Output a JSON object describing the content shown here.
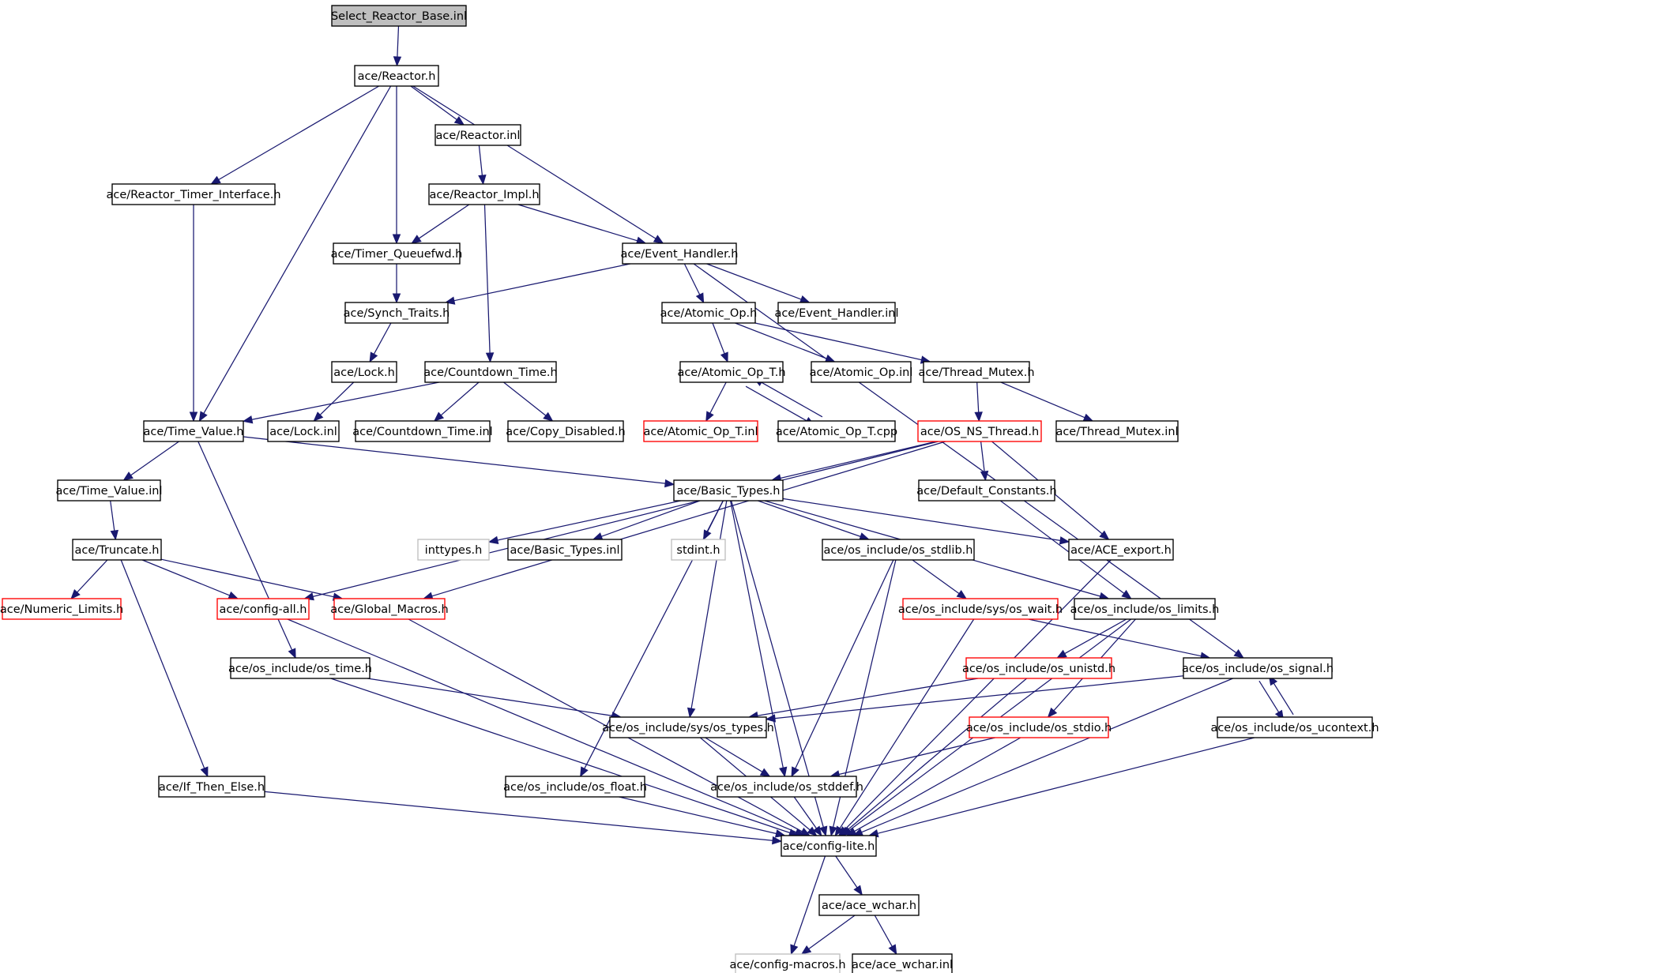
{
  "graph": {
    "nodes": [
      {
        "id": "select_reactor_base_inl",
        "label": "Select_Reactor_Base.inl",
        "style": "root"
      },
      {
        "id": "reactor_h",
        "label": "ace/Reactor.h",
        "style": "normal"
      },
      {
        "id": "reactor_inl",
        "label": "ace/Reactor.inl",
        "style": "normal"
      },
      {
        "id": "reactor_timer_interface_h",
        "label": "ace/Reactor_Timer_Interface.h",
        "style": "normal"
      },
      {
        "id": "reactor_impl_h",
        "label": "ace/Reactor_Impl.h",
        "style": "normal"
      },
      {
        "id": "timer_queuefwd_h",
        "label": "ace/Timer_Queuefwd.h",
        "style": "normal"
      },
      {
        "id": "event_handler_h",
        "label": "ace/Event_Handler.h",
        "style": "normal"
      },
      {
        "id": "synch_traits_h",
        "label": "ace/Synch_Traits.h",
        "style": "normal"
      },
      {
        "id": "atomic_op_h",
        "label": "ace/Atomic_Op.h",
        "style": "normal"
      },
      {
        "id": "event_handler_inl",
        "label": "ace/Event_Handler.inl",
        "style": "normal"
      },
      {
        "id": "lock_h",
        "label": "ace/Lock.h",
        "style": "normal"
      },
      {
        "id": "countdown_time_h",
        "label": "ace/Countdown_Time.h",
        "style": "normal"
      },
      {
        "id": "atomic_op_t_h",
        "label": "ace/Atomic_Op_T.h",
        "style": "normal"
      },
      {
        "id": "atomic_op_inl",
        "label": "ace/Atomic_Op.inl",
        "style": "normal"
      },
      {
        "id": "thread_mutex_h",
        "label": "ace/Thread_Mutex.h",
        "style": "normal"
      },
      {
        "id": "time_value_h",
        "label": "ace/Time_Value.h",
        "style": "normal"
      },
      {
        "id": "lock_inl",
        "label": "ace/Lock.inl",
        "style": "normal"
      },
      {
        "id": "countdown_time_inl",
        "label": "ace/Countdown_Time.inl",
        "style": "normal"
      },
      {
        "id": "copy_disabled_h",
        "label": "ace/Copy_Disabled.h",
        "style": "normal"
      },
      {
        "id": "atomic_op_t_inl",
        "label": "ace/Atomic_Op_T.inl",
        "style": "red"
      },
      {
        "id": "atomic_op_t_cpp",
        "label": "ace/Atomic_Op_T.cpp",
        "style": "normal"
      },
      {
        "id": "os_ns_thread_h",
        "label": "ace/OS_NS_Thread.h",
        "style": "red"
      },
      {
        "id": "thread_mutex_inl",
        "label": "ace/Thread_Mutex.inl",
        "style": "normal"
      },
      {
        "id": "time_value_inl",
        "label": "ace/Time_Value.inl",
        "style": "normal"
      },
      {
        "id": "basic_types_h",
        "label": "ace/Basic_Types.h",
        "style": "normal"
      },
      {
        "id": "default_constants_h",
        "label": "ace/Default_Constants.h",
        "style": "normal"
      },
      {
        "id": "truncate_h",
        "label": "ace/Truncate.h",
        "style": "normal"
      },
      {
        "id": "inttypes_h",
        "label": "inttypes.h",
        "style": "gray"
      },
      {
        "id": "basic_types_inl",
        "label": "ace/Basic_Types.inl",
        "style": "normal"
      },
      {
        "id": "stdint_h",
        "label": "stdint.h",
        "style": "gray"
      },
      {
        "id": "os_stdlib_h",
        "label": "ace/os_include/os_stdlib.h",
        "style": "normal"
      },
      {
        "id": "ace_export_h",
        "label": "ace/ACE_export.h",
        "style": "normal"
      },
      {
        "id": "numeric_limits_h",
        "label": "ace/Numeric_Limits.h",
        "style": "red"
      },
      {
        "id": "config_all_h",
        "label": "ace/config-all.h",
        "style": "red"
      },
      {
        "id": "global_macros_h",
        "label": "ace/Global_Macros.h",
        "style": "red"
      },
      {
        "id": "os_wait_h",
        "label": "ace/os_include/sys/os_wait.h",
        "style": "red"
      },
      {
        "id": "os_limits_h",
        "label": "ace/os_include/os_limits.h",
        "style": "normal"
      },
      {
        "id": "os_time_h",
        "label": "ace/os_include/os_time.h",
        "style": "normal"
      },
      {
        "id": "os_unistd_h",
        "label": "ace/os_include/os_unistd.h",
        "style": "red"
      },
      {
        "id": "os_signal_h",
        "label": "ace/os_include/os_signal.h",
        "style": "normal"
      },
      {
        "id": "os_types_h",
        "label": "ace/os_include/sys/os_types.h",
        "style": "normal"
      },
      {
        "id": "os_stdio_h",
        "label": "ace/os_include/os_stdio.h",
        "style": "red"
      },
      {
        "id": "os_ucontext_h",
        "label": "ace/os_include/os_ucontext.h",
        "style": "normal"
      },
      {
        "id": "if_then_else_h",
        "label": "ace/If_Then_Else.h",
        "style": "normal"
      },
      {
        "id": "os_float_h",
        "label": "ace/os_include/os_float.h",
        "style": "normal"
      },
      {
        "id": "os_stddef_h",
        "label": "ace/os_include/os_stddef.h",
        "style": "normal"
      },
      {
        "id": "config_lite_h",
        "label": "ace/config-lite.h",
        "style": "normal"
      },
      {
        "id": "ace_wchar_h",
        "label": "ace/ace_wchar.h",
        "style": "normal"
      },
      {
        "id": "config_macros_h",
        "label": "ace/config-macros.h",
        "style": "gray"
      },
      {
        "id": "ace_wchar_inl",
        "label": "ace/ace_wchar.inl",
        "style": "normal"
      }
    ],
    "edges": [
      [
        "select_reactor_base_inl",
        "reactor_h"
      ],
      [
        "reactor_h",
        "reactor_timer_interface_h"
      ],
      [
        "reactor_h",
        "time_value_h"
      ],
      [
        "reactor_h",
        "timer_queuefwd_h"
      ],
      [
        "reactor_h",
        "reactor_inl"
      ],
      [
        "reactor_h",
        "event_handler_h"
      ],
      [
        "reactor_inl",
        "reactor_impl_h"
      ],
      [
        "reactor_impl_h",
        "timer_queuefwd_h"
      ],
      [
        "reactor_impl_h",
        "countdown_time_h"
      ],
      [
        "reactor_impl_h",
        "event_handler_h"
      ],
      [
        "reactor_timer_interface_h",
        "time_value_h"
      ],
      [
        "timer_queuefwd_h",
        "synch_traits_h"
      ],
      [
        "event_handler_h",
        "synch_traits_h"
      ],
      [
        "event_handler_h",
        "atomic_op_h"
      ],
      [
        "event_handler_h",
        "event_handler_inl"
      ],
      [
        "event_handler_h",
        "os_signal_h"
      ],
      [
        "synch_traits_h",
        "lock_h"
      ],
      [
        "lock_h",
        "lock_inl"
      ],
      [
        "countdown_time_h",
        "time_value_h"
      ],
      [
        "countdown_time_h",
        "countdown_time_inl"
      ],
      [
        "countdown_time_h",
        "copy_disabled_h"
      ],
      [
        "atomic_op_h",
        "atomic_op_t_h"
      ],
      [
        "atomic_op_h",
        "atomic_op_inl"
      ],
      [
        "atomic_op_h",
        "thread_mutex_h"
      ],
      [
        "atomic_op_t_h",
        "atomic_op_t_inl"
      ],
      [
        "atomic_op_t_h",
        "atomic_op_t_cpp"
      ],
      [
        "atomic_op_t_cpp",
        "atomic_op_t_h"
      ],
      [
        "thread_mutex_h",
        "os_ns_thread_h"
      ],
      [
        "thread_mutex_h",
        "thread_mutex_inl"
      ],
      [
        "os_ns_thread_h",
        "basic_types_h"
      ],
      [
        "os_ns_thread_h",
        "default_constants_h"
      ],
      [
        "os_ns_thread_h",
        "ace_export_h"
      ],
      [
        "os_ns_thread_h",
        "config_all_h"
      ],
      [
        "os_ns_thread_h",
        "global_macros_h"
      ],
      [
        "time_value_h",
        "time_value_inl"
      ],
      [
        "time_value_h",
        "basic_types_h"
      ],
      [
        "time_value_h",
        "os_time_h"
      ],
      [
        "time_value_inl",
        "truncate_h"
      ],
      [
        "truncate_h",
        "numeric_limits_h"
      ],
      [
        "truncate_h",
        "config_all_h"
      ],
      [
        "truncate_h",
        "global_macros_h"
      ],
      [
        "truncate_h",
        "if_then_else_h"
      ],
      [
        "basic_types_h",
        "inttypes_h"
      ],
      [
        "basic_types_h",
        "basic_types_inl"
      ],
      [
        "basic_types_h",
        "stdint_h"
      ],
      [
        "basic_types_h",
        "os_stdlib_h"
      ],
      [
        "basic_types_h",
        "ace_export_h"
      ],
      [
        "basic_types_h",
        "os_limits_h"
      ],
      [
        "basic_types_h",
        "os_types_h"
      ],
      [
        "basic_types_h",
        "os_float_h"
      ],
      [
        "basic_types_h",
        "os_stddef_h"
      ],
      [
        "basic_types_h",
        "config_lite_h"
      ],
      [
        "default_constants_h",
        "os_limits_h"
      ],
      [
        "os_stdlib_h",
        "os_wait_h"
      ],
      [
        "os_stdlib_h",
        "os_stddef_h"
      ],
      [
        "os_stdlib_h",
        "config_lite_h"
      ],
      [
        "ace_export_h",
        "config_lite_h"
      ],
      [
        "os_wait_h",
        "os_signal_h"
      ],
      [
        "os_wait_h",
        "config_lite_h"
      ],
      [
        "os_limits_h",
        "os_unistd_h"
      ],
      [
        "os_limits_h",
        "os_stdio_h"
      ],
      [
        "os_limits_h",
        "config_lite_h"
      ],
      [
        "os_unistd_h",
        "os_types_h"
      ],
      [
        "os_unistd_h",
        "config_lite_h"
      ],
      [
        "os_signal_h",
        "os_types_h"
      ],
      [
        "os_signal_h",
        "os_ucontext_h"
      ],
      [
        "os_signal_h",
        "config_lite_h"
      ],
      [
        "os_ucontext_h",
        "os_signal_h"
      ],
      [
        "os_ucontext_h",
        "config_lite_h"
      ],
      [
        "os_stdio_h",
        "os_stddef_h"
      ],
      [
        "os_stdio_h",
        "config_lite_h"
      ],
      [
        "config_all_h",
        "config_lite_h"
      ],
      [
        "global_macros_h",
        "config_lite_h"
      ],
      [
        "os_time_h",
        "os_types_h"
      ],
      [
        "os_time_h",
        "config_lite_h"
      ],
      [
        "os_types_h",
        "os_stddef_h"
      ],
      [
        "os_types_h",
        "config_lite_h"
      ],
      [
        "if_then_else_h",
        "config_lite_h"
      ],
      [
        "os_float_h",
        "config_lite_h"
      ],
      [
        "os_stddef_h",
        "config_lite_h"
      ],
      [
        "config_lite_h",
        "ace_wchar_h"
      ],
      [
        "config_lite_h",
        "config_macros_h"
      ],
      [
        "ace_wchar_h",
        "config_macros_h"
      ],
      [
        "ace_wchar_h",
        "ace_wchar_inl"
      ]
    ]
  },
  "colors": {
    "edge": "#191970",
    "node_border": "#000000",
    "missing_border": "#ff0000",
    "external_border": "#bfbfbf",
    "root_fill": "#bfbfbf"
  }
}
